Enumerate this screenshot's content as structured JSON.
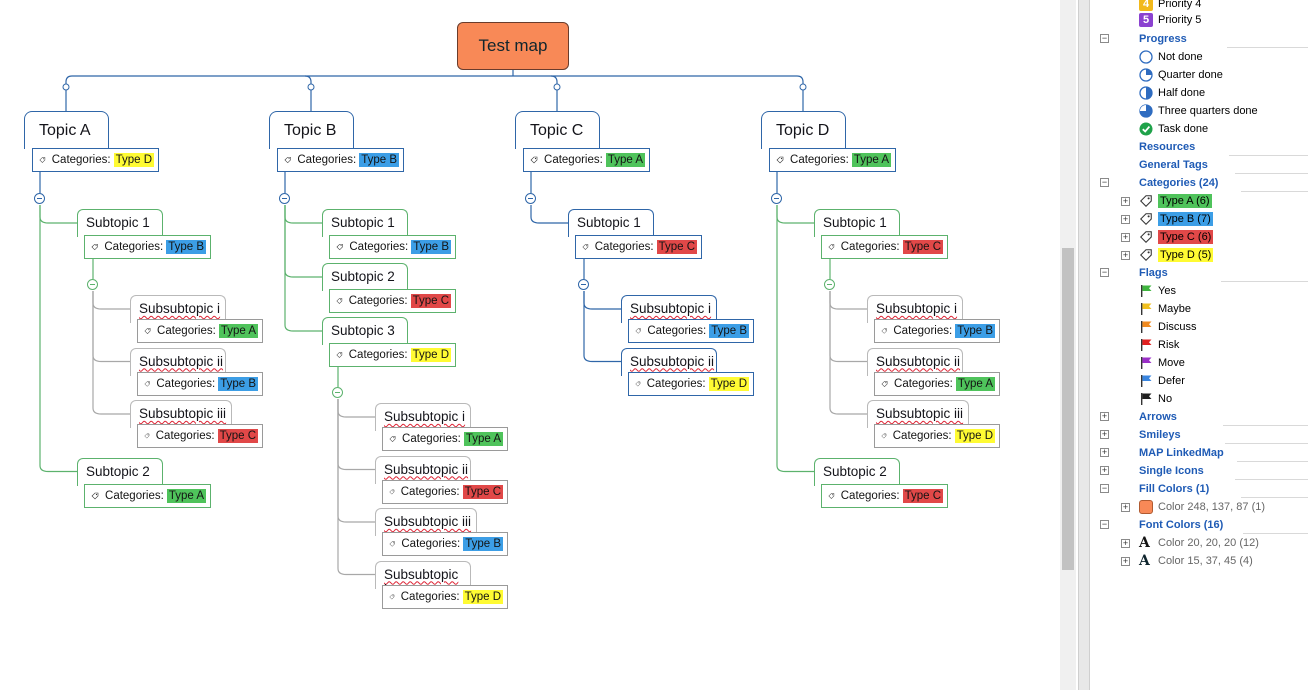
{
  "map": {
    "central": "Test map",
    "category_prefix": "Categories:",
    "topics": [
      {
        "label": "Topic A",
        "category": "Type D",
        "subtopics": [
          {
            "label": "Subtopic 1",
            "category": "Type B",
            "children": [
              {
                "label": "Subsubtopic i",
                "category": "Type A"
              },
              {
                "label": "Subsubtopic ii",
                "category": "Type B"
              },
              {
                "label": "Subsubtopic iii",
                "category": "Type C"
              }
            ]
          },
          {
            "label": "Subtopic 2",
            "category": "Type A",
            "children": []
          }
        ]
      },
      {
        "label": "Topic B",
        "category": "Type B",
        "subtopics": [
          {
            "label": "Subtopic 1",
            "category": "Type B",
            "children": []
          },
          {
            "label": "Subtopic 2",
            "category": "Type C",
            "children": []
          },
          {
            "label": "Subtopic 3",
            "category": "Type D",
            "children": [
              {
                "label": "Subsubtopic i",
                "category": "Type A"
              },
              {
                "label": "Subsubtopic ii",
                "category": "Type C"
              },
              {
                "label": "Subsubtopic iii",
                "category": "Type B"
              },
              {
                "label": "Subsubtopic iv",
                "category": "Type D"
              }
            ]
          }
        ]
      },
      {
        "label": "Topic C",
        "category": "Type A",
        "subtopics": [
          {
            "label": "Subtopic 1",
            "category": "Type C",
            "children": [
              {
                "label": "Subsubtopic i",
                "category": "Type B"
              },
              {
                "label": "Subsubtopic ii",
                "category": "Type D"
              }
            ]
          }
        ]
      },
      {
        "label": "Topic D",
        "category": "Type A",
        "subtopics": [
          {
            "label": "Subtopic 1",
            "category": "Type C",
            "children": [
              {
                "label": "Subsubtopic i",
                "category": "Type B"
              },
              {
                "label": "Subsubtopic ii",
                "category": "Type A"
              },
              {
                "label": "Subsubtopic iii",
                "category": "Type D"
              }
            ]
          },
          {
            "label": "Subtopic 2",
            "category": "Type C",
            "children": []
          }
        ]
      }
    ]
  },
  "category_colors": {
    "Type A": "#4fc35b",
    "Type B": "#3c9ee6",
    "Type C": "#e14848",
    "Type D": "#fffb33"
  },
  "panel": {
    "priority_items": [
      {
        "num": "4",
        "label": "Priority 4",
        "color": "#f2b91b"
      },
      {
        "num": "5",
        "label": "Priority 5",
        "color": "#8b42d0"
      }
    ],
    "progress": {
      "title": "Progress",
      "items": [
        {
          "label": "Not done",
          "icon": "progress-empty-icon"
        },
        {
          "label": "Quarter done",
          "icon": "progress-quarter-icon"
        },
        {
          "label": "Half done",
          "icon": "progress-half-icon"
        },
        {
          "label": "Three quarters done",
          "icon": "progress-three-quarters-icon"
        },
        {
          "label": "Task done",
          "icon": "task-done-icon"
        }
      ]
    },
    "resources": "Resources",
    "general_tags": "General Tags",
    "categories": {
      "title": "Categories (24)",
      "items": [
        {
          "label": "Type A (6)",
          "color": "#4fc35b"
        },
        {
          "label": "Type B (7)",
          "color": "#3c9ee6"
        },
        {
          "label": "Type C (6)",
          "color": "#e14848"
        },
        {
          "label": "Type D (5)",
          "color": "#fffb33"
        }
      ]
    },
    "flags": {
      "title": "Flags",
      "items": [
        {
          "label": "Yes",
          "color": "#3fb53f"
        },
        {
          "label": "Maybe",
          "color": "#f0c020"
        },
        {
          "label": "Discuss",
          "color": "#f08a20"
        },
        {
          "label": "Risk",
          "color": "#e02020"
        },
        {
          "label": "Move",
          "color": "#9b30c8"
        },
        {
          "label": "Defer",
          "color": "#3a86e0"
        },
        {
          "label": "No",
          "color": "#202020"
        }
      ]
    },
    "arrows": "Arrows",
    "smileys": "Smileys",
    "linkedmap": "MAP LinkedMap",
    "single_icons": "Single Icons",
    "fill_colors": {
      "title": "Fill Colors (1)",
      "items": [
        {
          "label": "Color 248, 137, 87 (1)",
          "color": "#f88957"
        }
      ]
    },
    "font_colors": {
      "title": "Font Colors (16)",
      "items": [
        {
          "label": "Color 20, 20, 20 (12)",
          "color": "#141414"
        },
        {
          "label": "Color 15, 37, 45 (4)",
          "color": "#0f252d"
        }
      ]
    }
  }
}
